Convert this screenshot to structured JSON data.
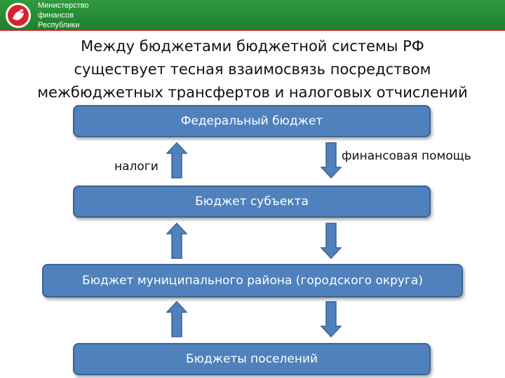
{
  "header": {
    "ministry_line1": "Министерство",
    "ministry_line2": "финансов",
    "ministry_line3": "Республики",
    "brand_color": "#2f9b3e",
    "emblem_icon": "tatarstan-emblem-icon"
  },
  "title": {
    "line1": "Между бюджетами бюджетной системы РФ",
    "line2": "существует тесная взаимосвязь посредством",
    "line3": "межбюджетных трансфертов и налоговых отчислений"
  },
  "boxes": {
    "federal": "Федеральный бюджет",
    "subject": "Бюджет субъекта",
    "municipal": "Бюджет муниципального района (городского округа)",
    "settlements": "Бюджеты поселений",
    "fill_color": "#4f81bd"
  },
  "labels": {
    "taxes": "налоги",
    "financial_aid": "финансовая помощь"
  }
}
